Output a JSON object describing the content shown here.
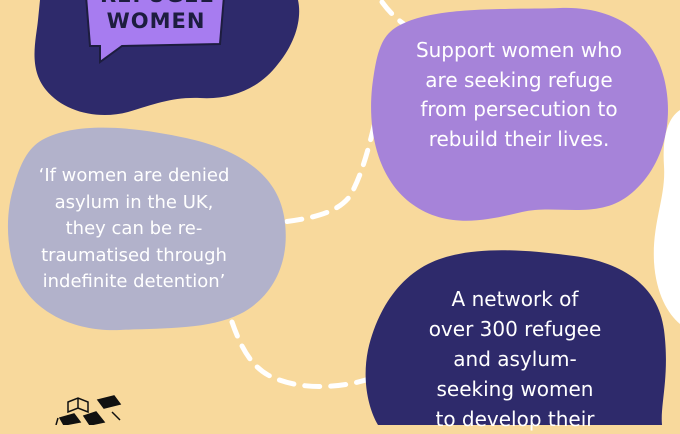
{
  "logo": {
    "label": "REFUGEE\nWOMEN"
  },
  "bubbles": {
    "support": "Support women who\nare seeking refuge\nfrom persecution to\nrebuild their lives.",
    "quote": "‘If women are denied\nasylum in the UK,\nthey can be re-\ntraumatised through\nindefinite detention’",
    "network": "A network of\nover 300 refugee\nand asylum-\nseeking women\nto develop their"
  },
  "colors": {
    "background": "#f8d99c",
    "navy": "#2e2a6b",
    "purple": "#a683d9",
    "logo_purple": "#a77cf0",
    "grey_blue": "#b2b2cb",
    "white": "#ffffff",
    "text_dark": "#1d1d3f"
  },
  "decorations": {
    "connector": "dashed-path",
    "corner_illustration": "books-icon"
  }
}
